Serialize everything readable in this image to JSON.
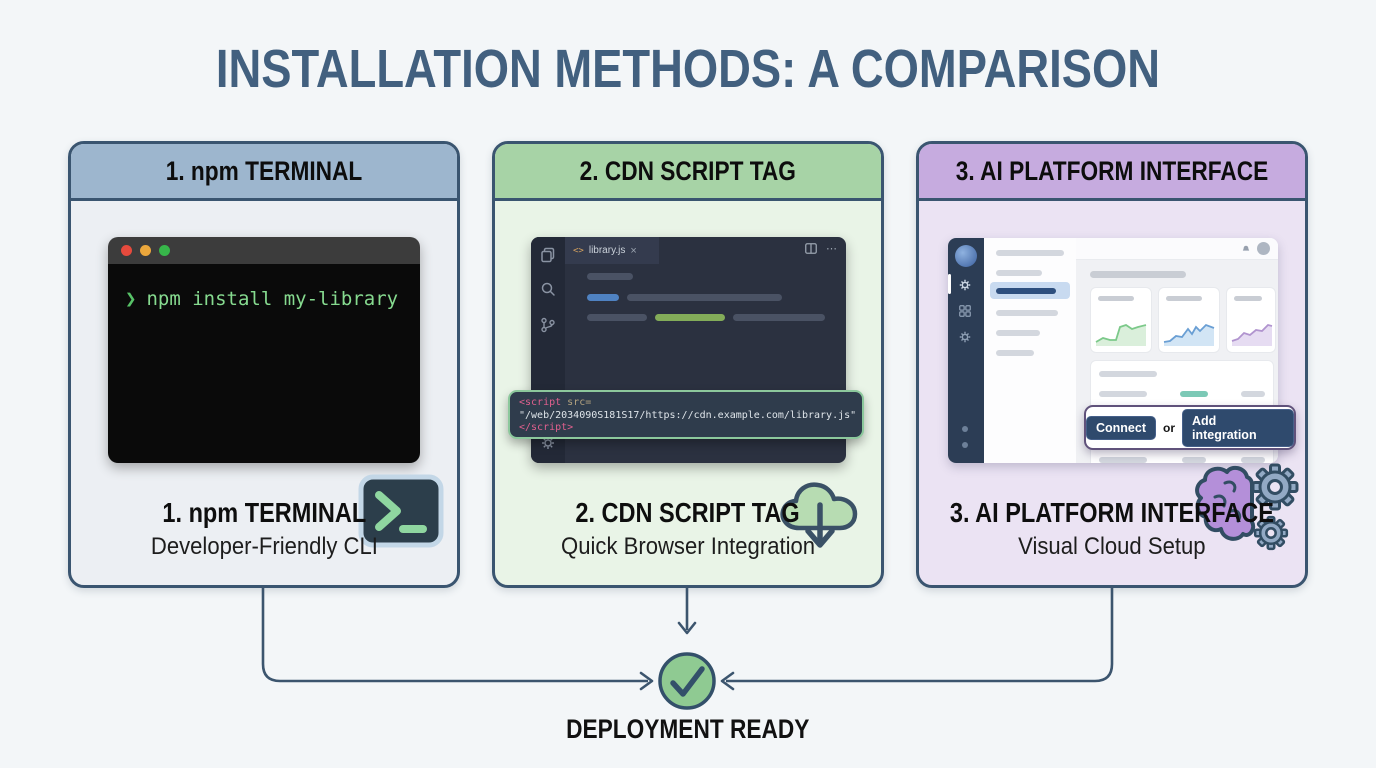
{
  "page": {
    "title": "INSTALLATION METHODS: A COMPARISON",
    "footer_label": "DEPLOYMENT READY"
  },
  "colors": {
    "title_text": "#42607f",
    "outline": "#3a5570",
    "panel1_header": "#9db6ce",
    "panel1_body": "#eceff3",
    "panel2_header": "#a7d3a6",
    "panel2_body": "#e9f4e7",
    "panel3_header": "#c6abdf",
    "panel3_body": "#ebe3f3",
    "terminal_green": "#86da8f",
    "success_green": "#8fca92"
  },
  "panels": [
    {
      "header": "1. npm TERMINAL",
      "caption_title": "1. npm TERMINAL",
      "caption_subtitle": "Developer-Friendly CLI",
      "terminal": {
        "prompt": "❯",
        "command": "npm install my-library"
      }
    },
    {
      "header": "2. CDN SCRIPT TAG",
      "caption_title": "2. CDN SCRIPT TAG",
      "caption_subtitle": "Quick Browser Integration",
      "editor": {
        "tab_icon": "<>",
        "tab_label": "library.js",
        "tab_close": "×",
        "more_label": "⋯"
      },
      "code": {
        "open_tag": "<script",
        "attr": " src=",
        "url": "\"/web/2034090S181S17/https://cdn.example.com/library.js\"",
        "close_tag": "</script>"
      }
    },
    {
      "header": "3. AI PLATFORM INTERFACE",
      "caption_title": "3. AI PLATFORM INTERFACE",
      "caption_subtitle": "Visual Cloud Setup",
      "popup": {
        "connect_label": "Connect",
        "or_label": "or",
        "add_integration_label": "Add integration"
      }
    }
  ]
}
